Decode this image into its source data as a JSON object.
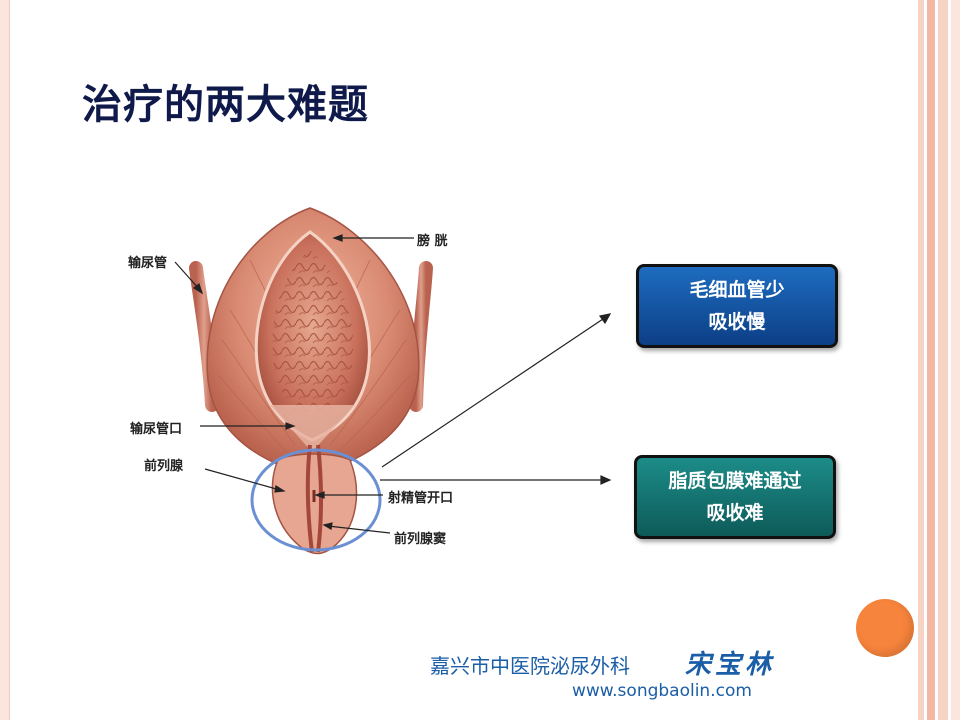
{
  "slide": {
    "title": "治疗的两大难题",
    "accent_orange": "#f7843c",
    "frame_color": "#f3c9b9"
  },
  "diagram": {
    "labels": {
      "bladder": "膀 胱",
      "ureter": "输尿管",
      "ureter_orifice": "输尿管口",
      "prostate": "前列腺",
      "ejaculatory_duct_opening": "射精管开口",
      "prostatic_utricle": "前列腺窦"
    }
  },
  "callouts": {
    "box1": {
      "line1": "毛细血管少",
      "line2": "吸收慢",
      "color": "#0c3f86"
    },
    "box2": {
      "line1": "脂质包膜难通过",
      "line2": "吸收难",
      "color": "#0d5b59"
    }
  },
  "footer": {
    "org": "嘉兴市中医院泌尿外科",
    "name": "宋宝林",
    "url": "www.songbaolin.com"
  }
}
